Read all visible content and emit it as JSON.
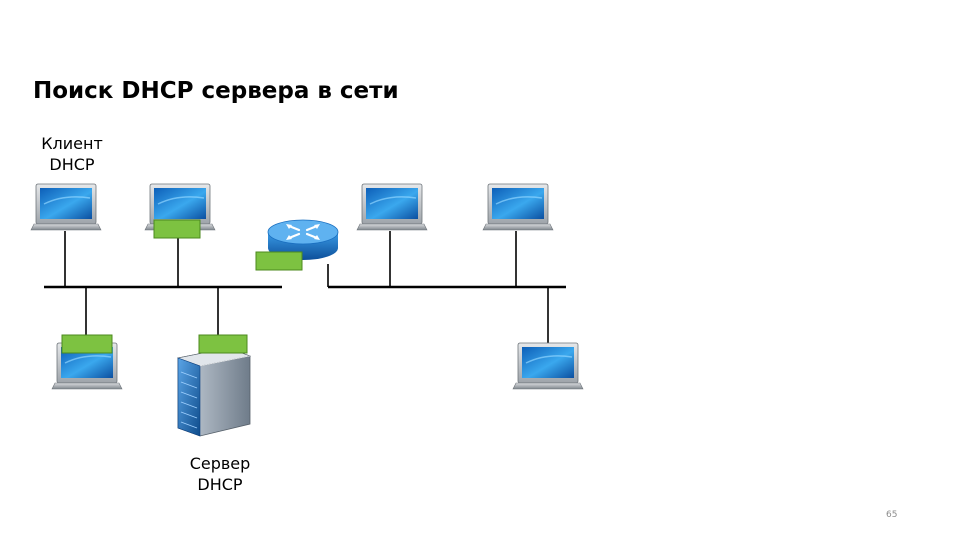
{
  "slide": {
    "title": "Поиск DHCP сервера в сети",
    "page_number": "65"
  },
  "labels": {
    "client": {
      "line1": "Клиент",
      "line2": "DHCP"
    },
    "server": {
      "line1": "Сервер",
      "line2": "DHCP"
    }
  },
  "colors": {
    "network_line": "#000000",
    "packet_fill": "#7dc241",
    "packet_stroke": "#4c8a1e",
    "laptop_screen": "#1e88d9",
    "router_body": "#1a6fc0",
    "server_body": "#9aa8b8"
  },
  "diagram": {
    "nodes": [
      {
        "id": "client-laptop",
        "type": "laptop",
        "role": "client"
      },
      {
        "id": "laptop-top-2",
        "type": "laptop"
      },
      {
        "id": "router",
        "type": "router"
      },
      {
        "id": "laptop-top-3",
        "type": "laptop"
      },
      {
        "id": "laptop-top-4",
        "type": "laptop"
      },
      {
        "id": "laptop-bottom-1",
        "type": "laptop"
      },
      {
        "id": "dhcp-server",
        "type": "server",
        "role": "server"
      },
      {
        "id": "laptop-bottom-2",
        "type": "laptop"
      }
    ],
    "packets": [
      {
        "at": "laptop-top-2"
      },
      {
        "at": "router"
      },
      {
        "at": "laptop-bottom-1"
      },
      {
        "at": "dhcp-server"
      }
    ]
  }
}
